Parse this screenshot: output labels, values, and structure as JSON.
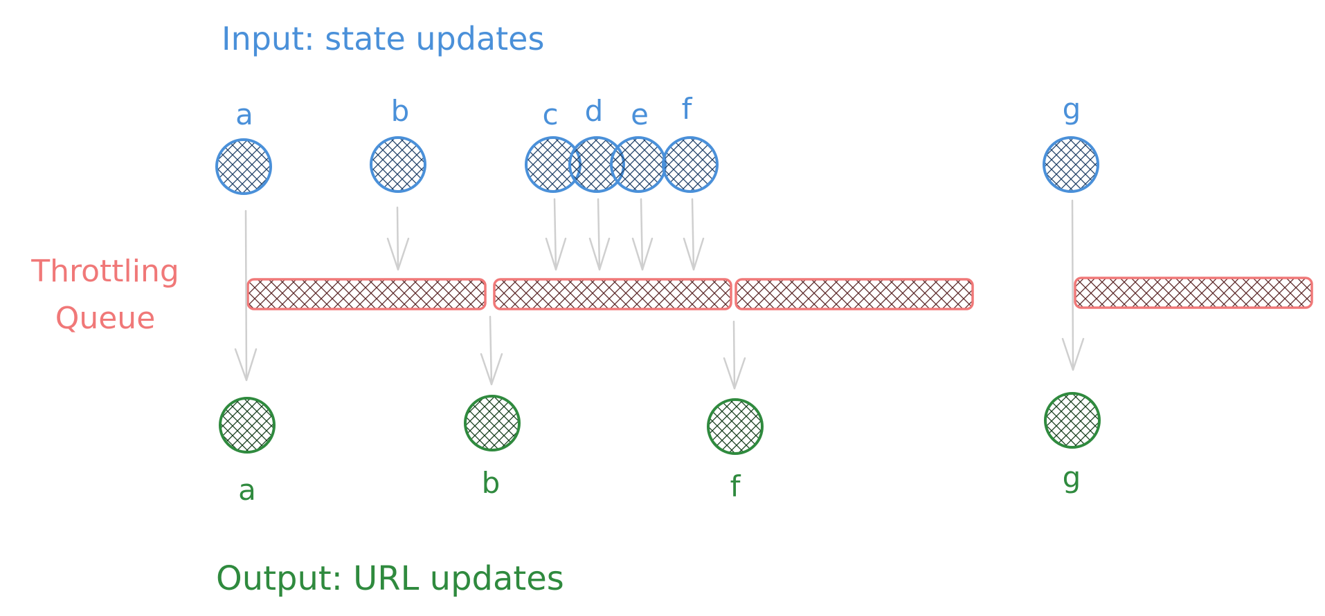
{
  "titles": {
    "input": "Input: state updates",
    "queue_line1": "Throttling",
    "queue_line2": "Queue",
    "output": "Output: URL updates"
  },
  "input_updates": [
    "a",
    "b",
    "c",
    "d",
    "e",
    "f",
    "g"
  ],
  "output_updates": [
    "a",
    "b",
    "f",
    "g"
  ],
  "colors": {
    "input": "#4a90d9",
    "input_hatch": "#1f3f66",
    "queue": "#f07878",
    "queue_hatch": "#5a2626",
    "output": "#2f8a3e",
    "output_hatch": "#163d1c",
    "arrow": "#cfcfcf"
  }
}
